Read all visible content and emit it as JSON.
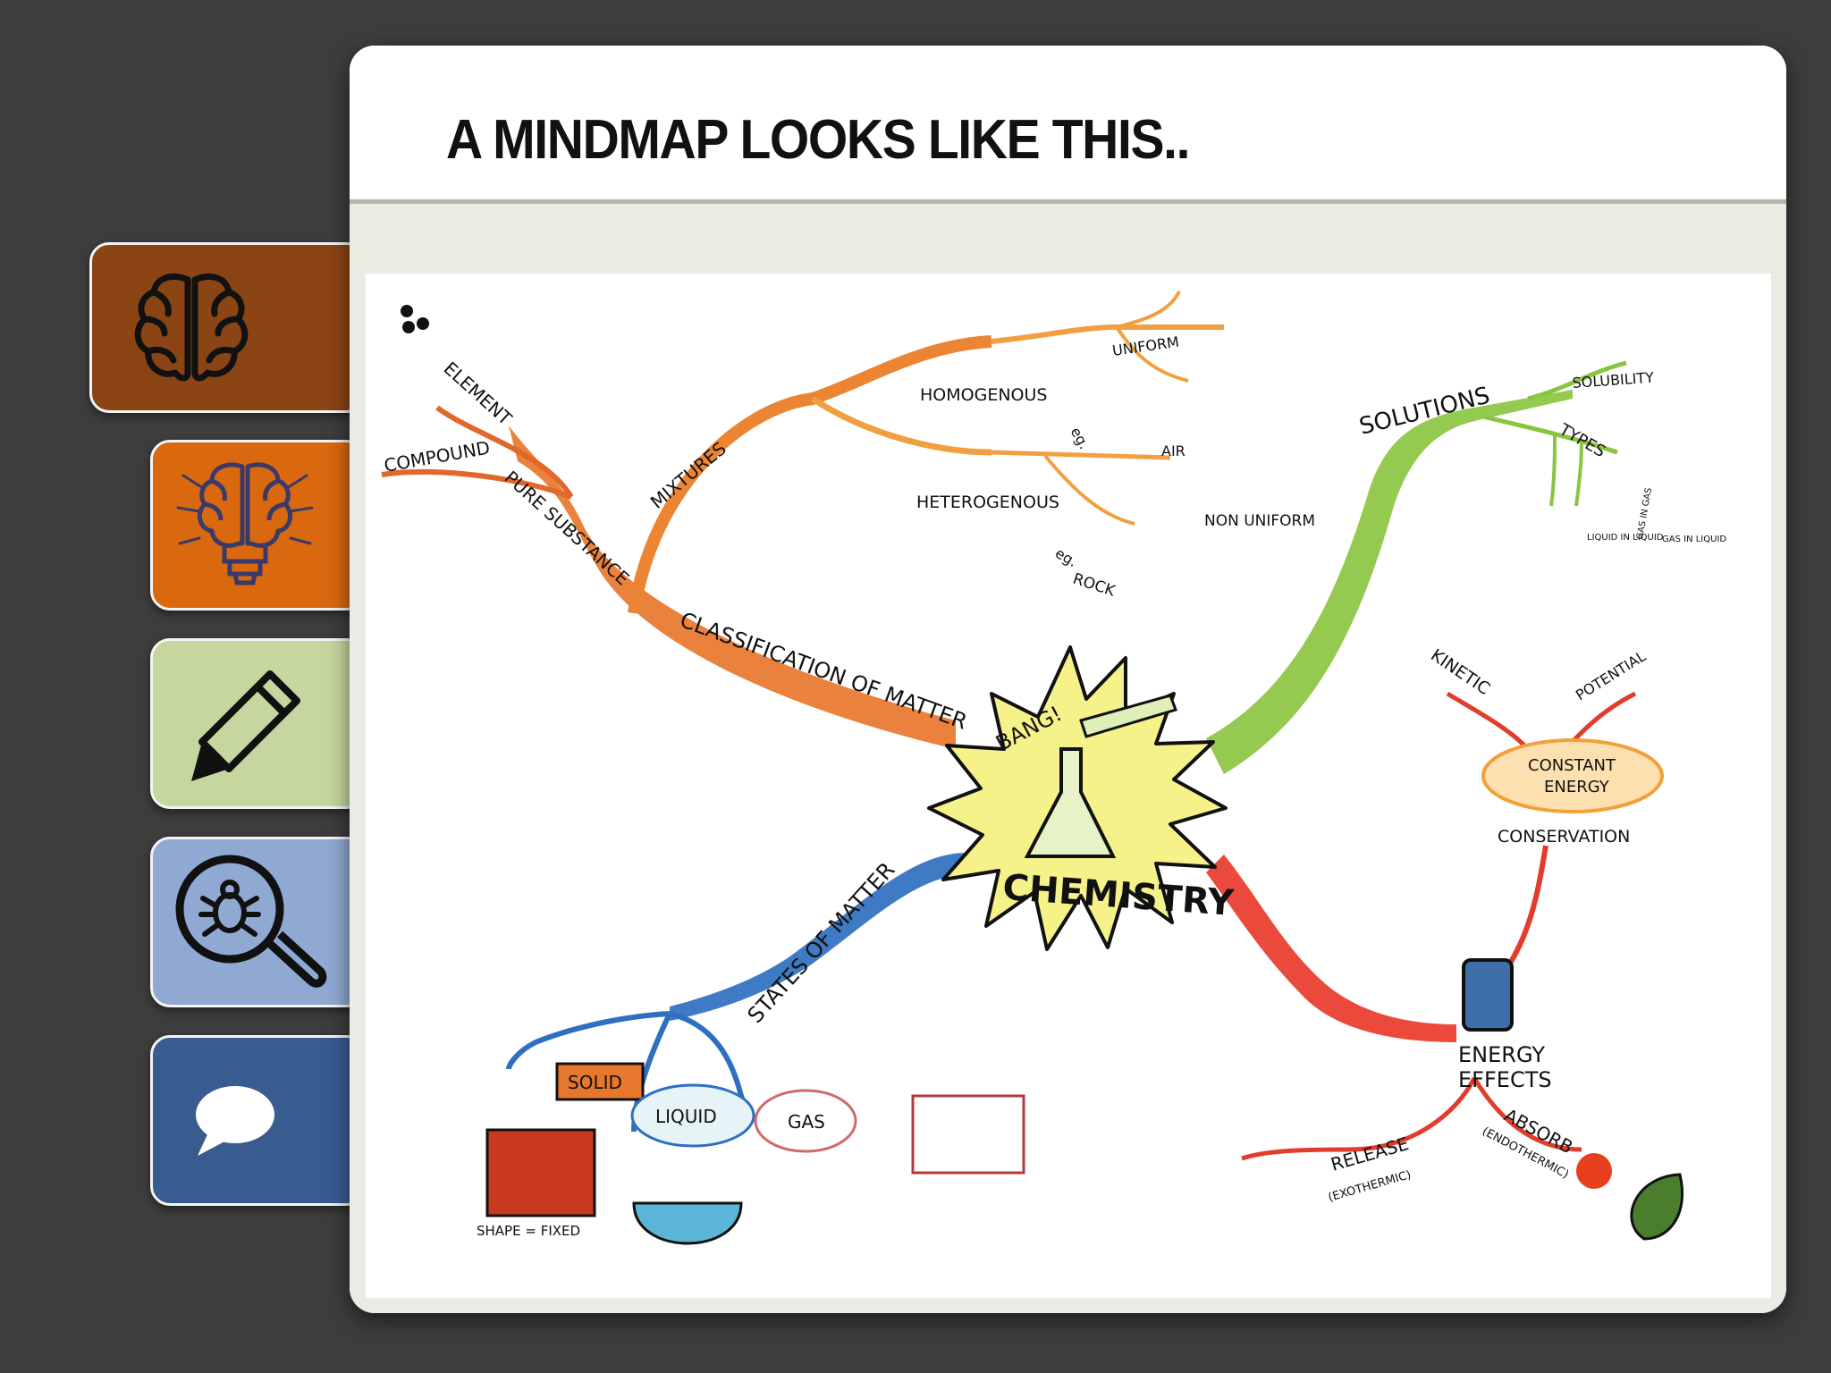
{
  "slide": {
    "title": "A MINDMAP LOOKS LIKE THIS.."
  },
  "side_tabs": [
    {
      "icon": "brain-icon",
      "color": "#8b4414"
    },
    {
      "icon": "brain-lightbulb-icon",
      "color": "#d9680f"
    },
    {
      "icon": "pencil-icon",
      "color": "#c5d79e"
    },
    {
      "icon": "bug-magnifier-icon",
      "color": "#8fa9d3"
    },
    {
      "icon": "speech-bubble-icon",
      "color": "#385b90"
    }
  ],
  "mindmap": {
    "center": "CHEMISTRY",
    "center_note": "BANG!",
    "branches": {
      "classification": "CLASSIFICATION OF MATTER",
      "pure_substance": "PURE SUBSTANCE",
      "element": "ELEMENT",
      "compound": "COMPOUND",
      "mixtures": "MIXTURES",
      "homogenous": "HOMOGENOUS",
      "heterogenous": "HETEROGENOUS",
      "uniform": "UNIFORM",
      "non_uniform": "NON UNIFORM",
      "air": "AIR",
      "rock": "ROCK",
      "eg": "eg.",
      "solutions": "SOLUTIONS",
      "solubility": "SOLUBILITY",
      "types": "TYPES",
      "liquid_in_liquid": "LIQUID IN LIQUID",
      "gas_in_gas": "GAS IN GAS",
      "gas_in_liquid": "GAS IN LIQUID",
      "kinetic": "KINETIC",
      "potential": "POTENTIAL",
      "constant_energy_1": "CONSTANT",
      "constant_energy_2": "ENERGY",
      "conservation": "CONSERVATION",
      "energy_effects_1": "ENERGY",
      "energy_effects_2": "EFFECTS",
      "release": "RELEASE",
      "exothermic": "(EXOTHERMIC)",
      "absorb": "ABSORB",
      "endothermic": "(ENDOTHERMIC)",
      "states": "STATES OF MATTER",
      "solid": "SOLID",
      "liquid": "LIQUID",
      "gas": "GAS",
      "shape_fixed": "SHAPE = FIXED"
    }
  }
}
